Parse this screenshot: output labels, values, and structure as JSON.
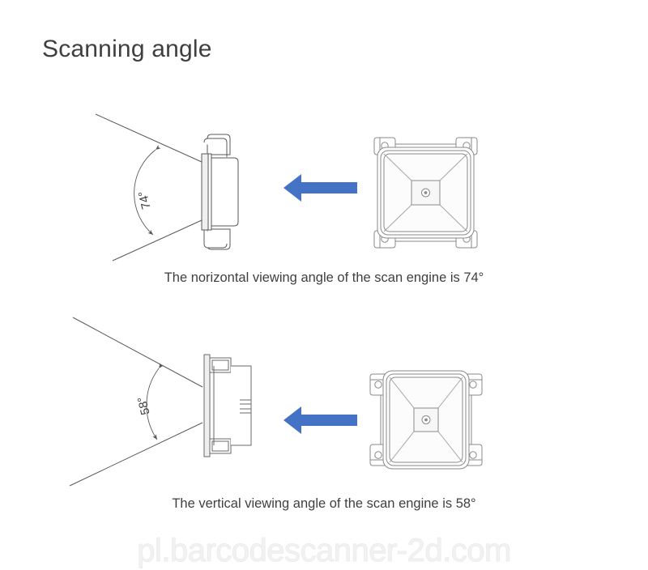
{
  "page": {
    "title": "Scanning angle",
    "background_color": "#ffffff",
    "text_color": "#3f3f3f"
  },
  "watermark": {
    "text": "pl.barcodescanner-2d.com",
    "color": "#f2f2f2"
  },
  "colors": {
    "arrow_blue": "#4472C4",
    "line_gray": "#595959",
    "fill_light": "#fbfbfb",
    "shade_gray": "#e8e8e8",
    "title_gray": "#3f3f3f"
  },
  "diagrams": [
    {
      "id": "horizontal",
      "angle_label": "74°",
      "angle_value": 74,
      "caption": "The norizontal viewing angle of the scan engine is 74°",
      "arrow_direction": "left",
      "side_view_name": "scan-engine-side-view",
      "front_view_name": "scan-engine-front-view",
      "orientation": "horizontal"
    },
    {
      "id": "vertical",
      "angle_label": "58°",
      "angle_value": 58,
      "caption": "The vertical viewing angle of the scan engine is 58°",
      "arrow_direction": "left",
      "side_view_name": "scan-engine-profile-view",
      "front_view_name": "scan-engine-front-view-rotated",
      "orientation": "vertical"
    }
  ]
}
